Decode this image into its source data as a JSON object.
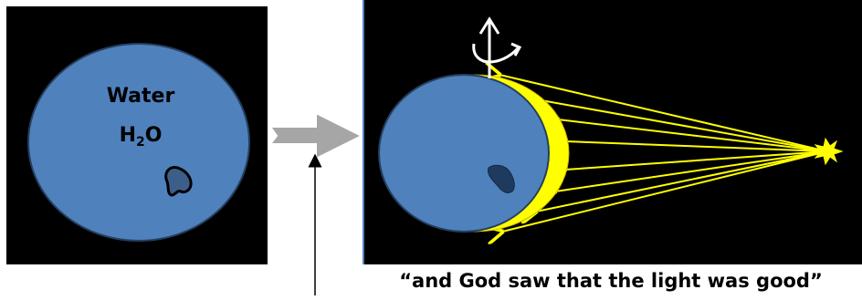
{
  "left_panel": {
    "label_line1": "Water",
    "label_h": "H",
    "label_sub": "2",
    "label_o": "O"
  },
  "right_panel": {
    "caption": "“and God saw that the light was good”"
  },
  "colors": {
    "panel_background": "#000000",
    "planet_fill": "#4f81bd",
    "planet_stroke": "#243f60",
    "landmass_fill": "#1f3a5f",
    "sunlight": "#ffff00",
    "crescent": "#ffff00",
    "sun": "#ffff00",
    "transition_arrow": "#a6a6a6",
    "rotation_symbol": "#ffffff"
  },
  "icons": {
    "rotation": "rotation-axis-icon",
    "sun": "sun-star-icon",
    "transition_arrow": "right-arrow-icon",
    "pointer": "up-arrow-pointer-icon"
  }
}
